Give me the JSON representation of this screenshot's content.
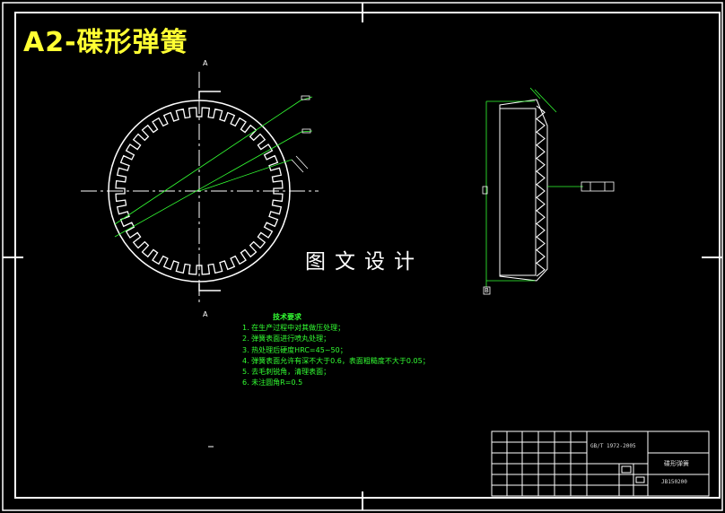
{
  "drawing": {
    "title": "A2-碟形弹簧",
    "watermark": "图文设计",
    "section_label_top": "A",
    "section_label_bottom": "A",
    "side_datum_label": "B",
    "technical_requirements": {
      "heading": "技术要求",
      "items": [
        "1. 在生产过程中对其做压处理；",
        "2. 弹簧表面进行喷丸处理；",
        "3. 热处理后硬度HRC=45~50；",
        "4. 弹簧表面允许有深不大于0.6，表面粗糙度不大于0.05；",
        "5. 去毛刺锐角，清理表面；",
        "6. 未注圆角R=0.5"
      ]
    },
    "title_block": {
      "standard": "GB/T 1972-2005",
      "part_name": "碟形弹簧",
      "drawing_number": "JB150200"
    },
    "colors": {
      "background": "#000000",
      "frame": "#ffffff",
      "title": "#ffff33",
      "annotation": "#33ff33"
    }
  }
}
